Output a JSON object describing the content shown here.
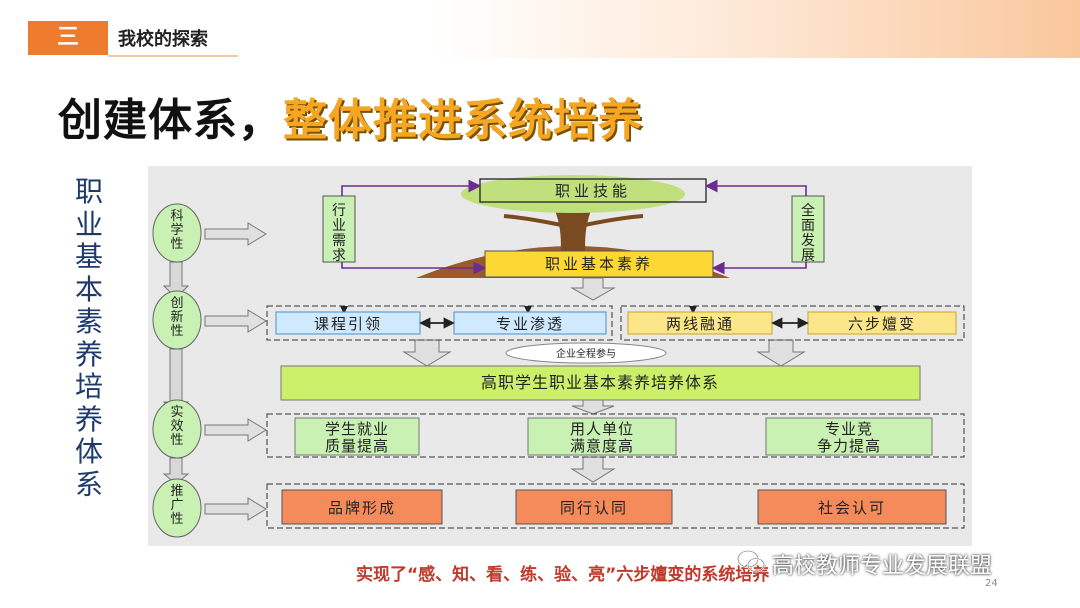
{
  "section": {
    "number": "三",
    "title": "我校的探索"
  },
  "headline": {
    "part1": "创建体系，",
    "part2": "整体推进系统培养"
  },
  "side_title": "职业基本素养培养体系",
  "attributes": [
    "科学性",
    "创新性",
    "实效性",
    "推广性"
  ],
  "tree": {
    "top": "职业技能",
    "left": "行业需求",
    "right": "全面发展",
    "base": "职业基本素养"
  },
  "row1": [
    "课程引领",
    "专业渗透",
    "两线融通",
    "六步嬗变"
  ],
  "enterprise": "企业全程参与",
  "system": "高职学生职业基本素养培养体系",
  "outcomes": [
    [
      "学生就业",
      "质量提高"
    ],
    [
      "用人单位",
      "满意度高"
    ],
    [
      "专业竞",
      "争力提高"
    ]
  ],
  "brand": [
    "品牌形成",
    "同行认同",
    "社会认可"
  ],
  "caption": "实现了“感、知、看、练、验、亮”六步嬗变的系统培养",
  "watermark": "高校教师专业发展联盟",
  "page_number": "24",
  "colors": {
    "accent": "#ee7b2e",
    "headline_highlight": "#f5a623",
    "lime": "#ccf06a",
    "light_blue": "#cfe9ff",
    "yellow": "#fde68a",
    "orange_box": "#f58b5a",
    "green_box": "#c9f1b4",
    "caption": "#c0392b"
  },
  "icons": [
    "wechat-icon"
  ]
}
